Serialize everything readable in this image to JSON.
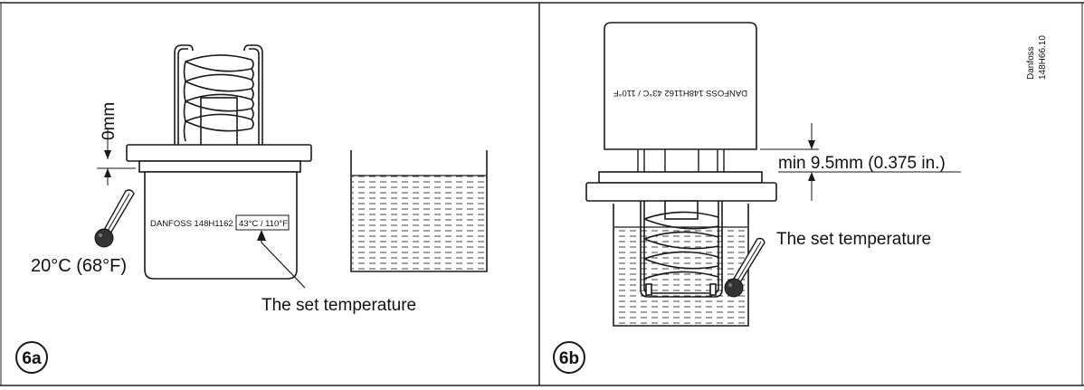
{
  "panel_a": {
    "badge": "6a",
    "dimension_label": "0mm",
    "temperature_label": "20°C (68°F)",
    "housing_text": "DANFOSS  148H1162",
    "setting_text": "43°C / 110°F",
    "callout": "The set temperature"
  },
  "panel_b": {
    "badge": "6b",
    "housing_text": "DANFOSS  148H1162  43°C / 110°F",
    "dimension_label": "min 9.5mm (0.375 in.)",
    "callout": "The set temperature",
    "code_line_1": "Danfoss",
    "code_line_2": "148H66.10"
  },
  "colors": {
    "outline": "#1a1a1a",
    "thermometer_bulb": "#333333",
    "liquid_dash": "#444444"
  }
}
